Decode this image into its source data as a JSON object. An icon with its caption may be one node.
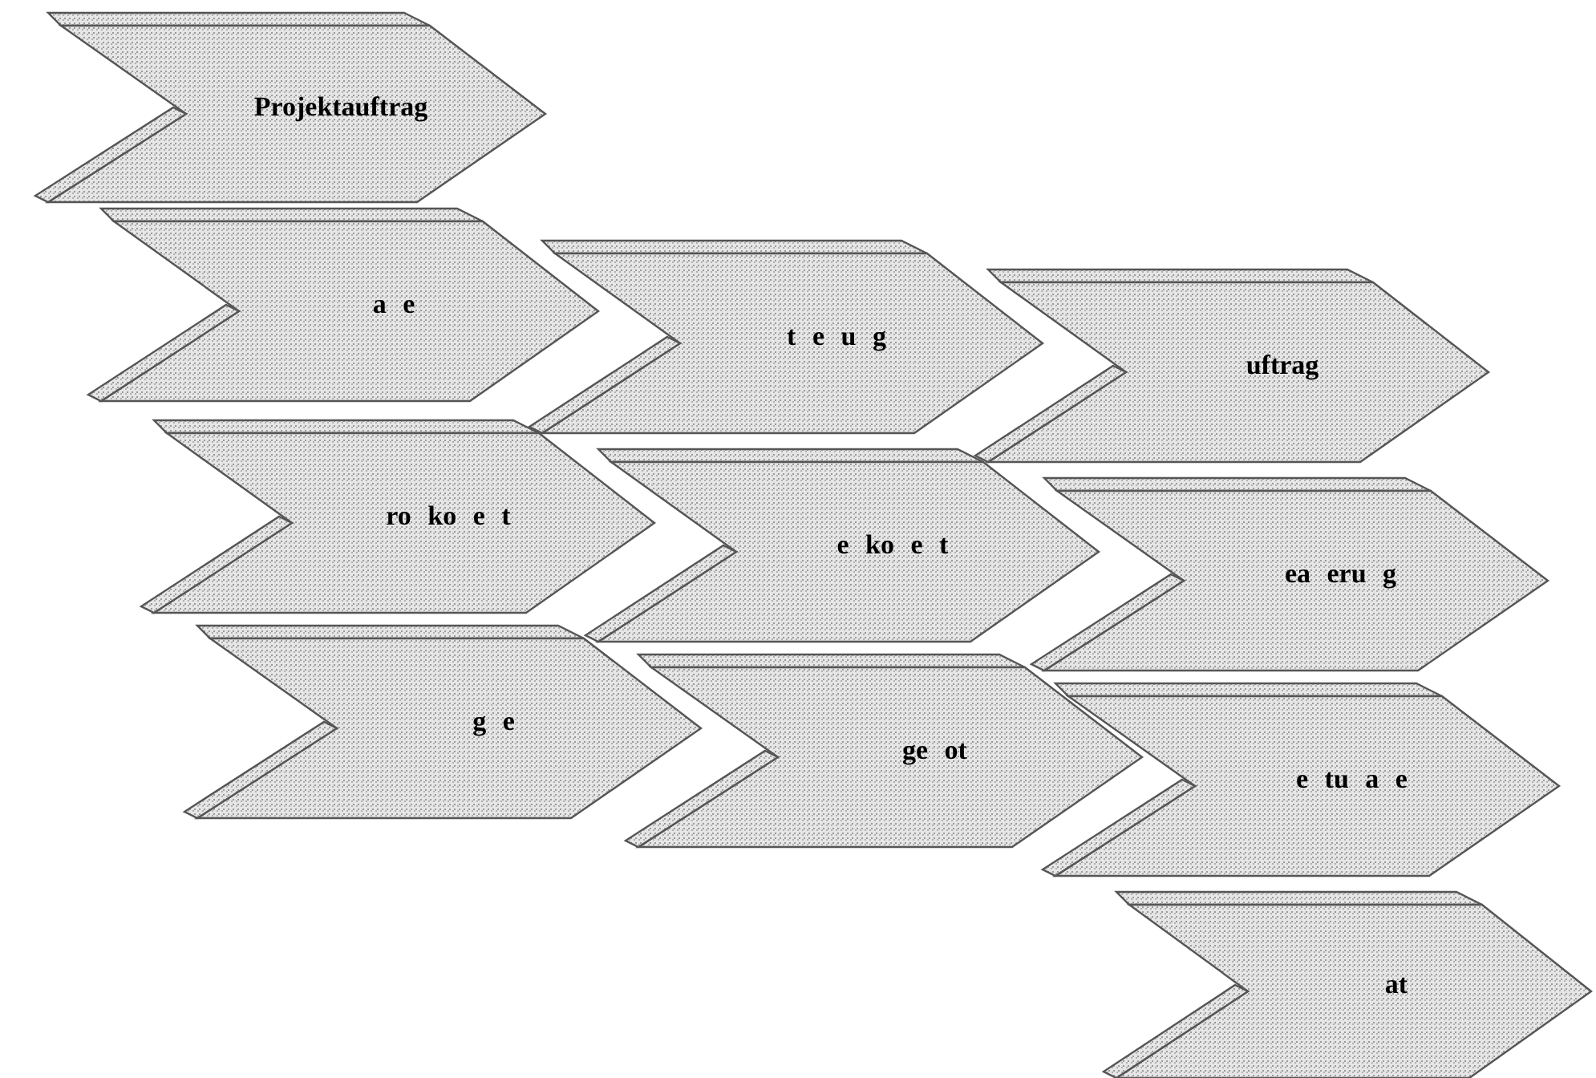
{
  "diagram": {
    "nodes": [
      {
        "text": [
          "Projektauftrag"
        ]
      },
      {
        "text": [
          "a e"
        ]
      },
      {
        "text": [
          "t e u g"
        ]
      },
      {
        "text": [
          "uftrag"
        ]
      },
      {
        "text": [
          "ro ko e t"
        ]
      },
      {
        "text": [
          "e ko e t"
        ]
      },
      {
        "text": [
          "ea eru g"
        ]
      },
      {
        "text": [
          "g e"
        ]
      },
      {
        "text": [
          "ge ot"
        ]
      },
      {
        "text": [
          "e tu a e"
        ]
      },
      {
        "text": [
          "at"
        ]
      }
    ]
  }
}
